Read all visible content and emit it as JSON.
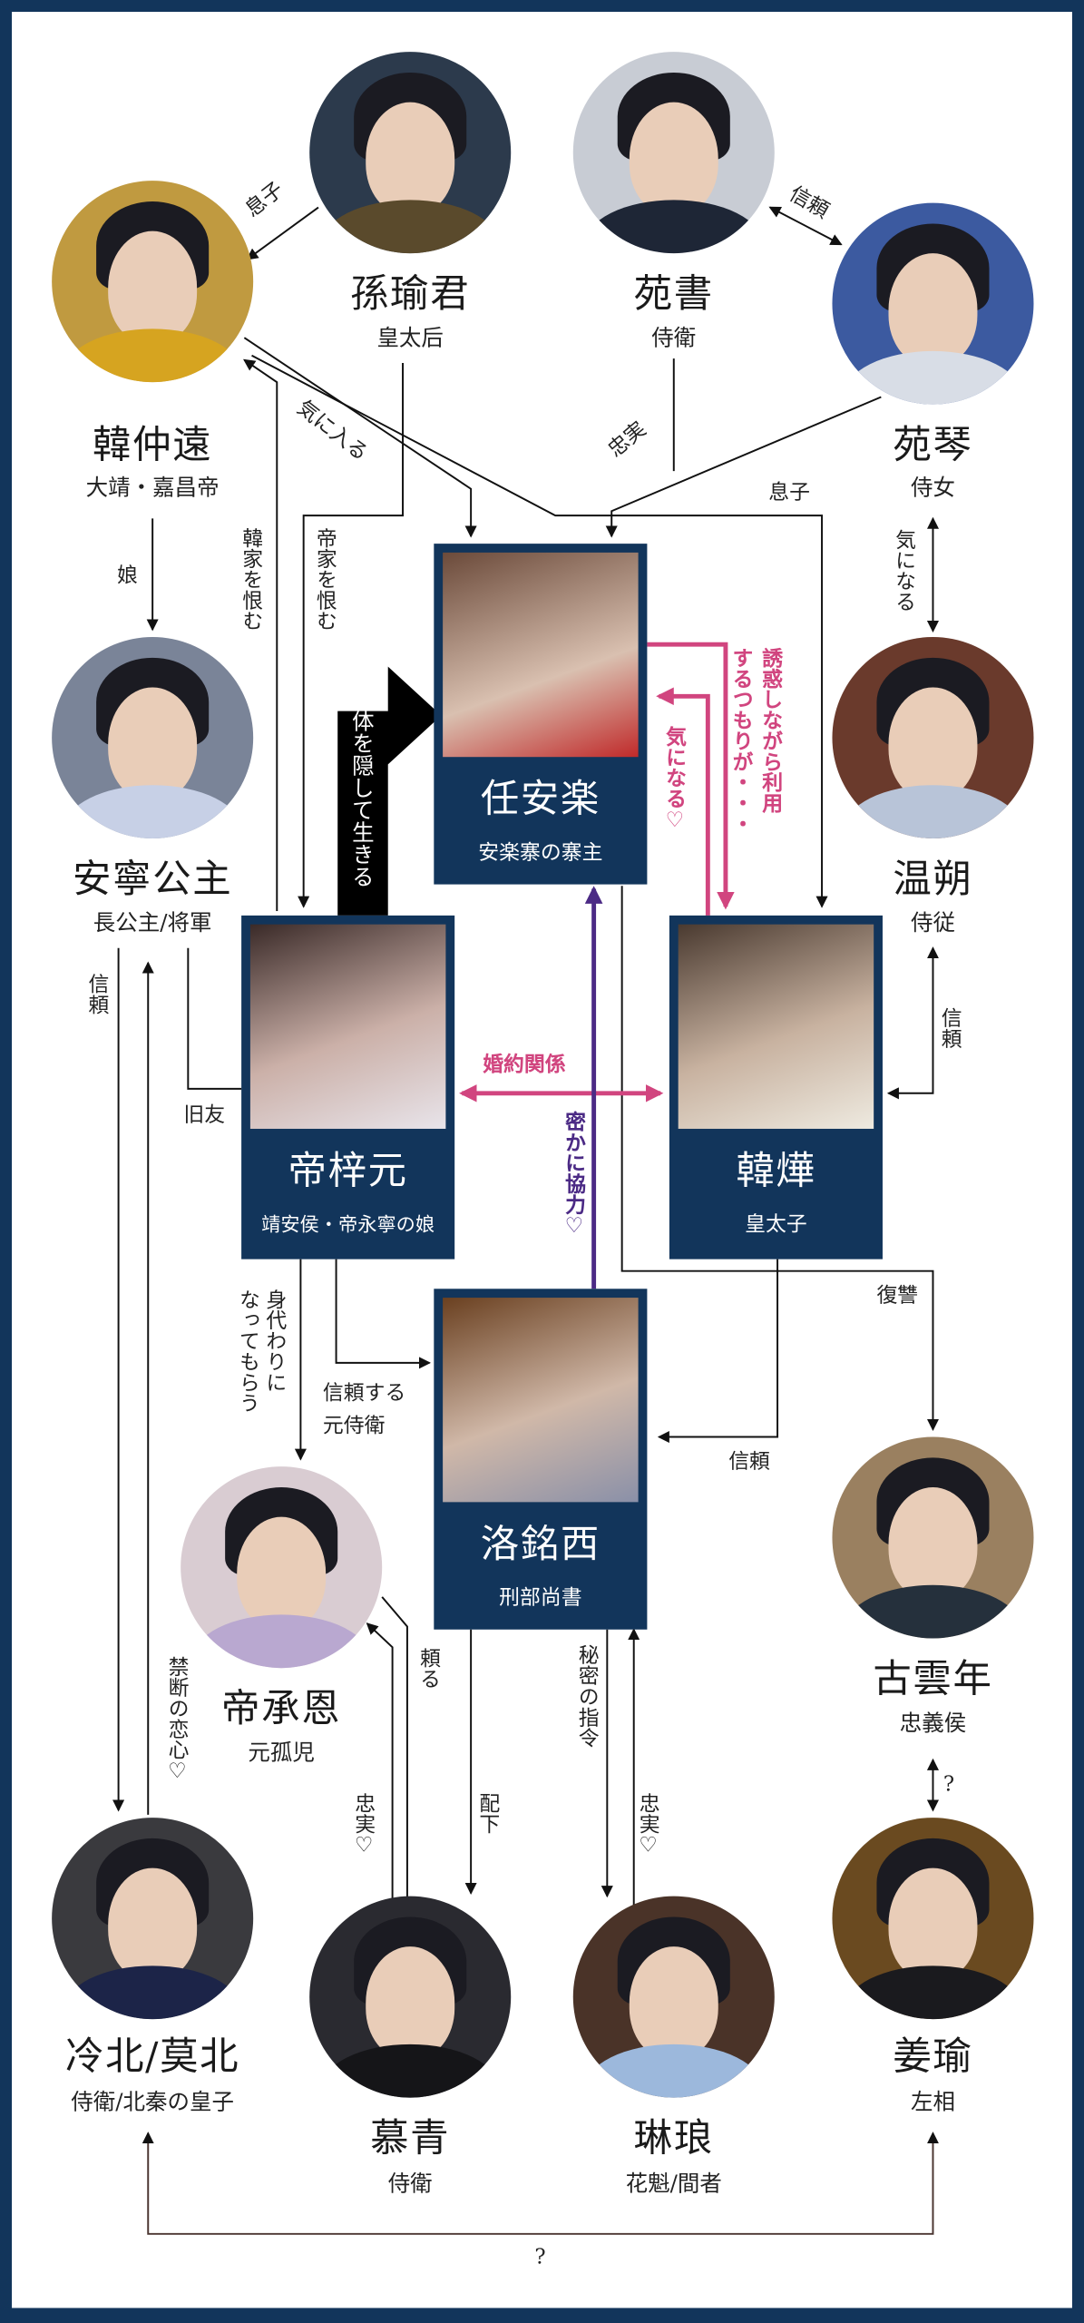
{
  "characters": {
    "sun_yujun": {
      "name": "孫瑜君",
      "role": "皇太后"
    },
    "yuan_shu": {
      "name": "苑書",
      "role": "侍衛"
    },
    "han_zhongyuan": {
      "name": "韓仲遠",
      "role": "大靖・嘉昌帝"
    },
    "yuan_qin": {
      "name": "苑琴",
      "role": "侍女"
    },
    "anning": {
      "name": "安寧公主",
      "role": "長公主/将軍"
    },
    "wen_shuo": {
      "name": "温朔",
      "role": "侍従"
    },
    "ren_anle": {
      "name": "任安楽",
      "role": "安楽寨の寨主"
    },
    "di_ziyuan": {
      "name": "帝梓元",
      "role": "靖安侯・帝永寧の娘"
    },
    "han_ye": {
      "name": "韓燁",
      "role": "皇太子"
    },
    "luo_mingxi": {
      "name": "洛銘西",
      "role": "刑部尚書"
    },
    "di_chengen": {
      "name": "帝承恩",
      "role": "元孤児"
    },
    "gu_yunnian": {
      "name": "古雲年",
      "role": "忠義侯"
    },
    "leng_bei": {
      "name": "冷北/莫北",
      "role": "侍衛/北秦の皇子"
    },
    "mu_qing": {
      "name": "慕青",
      "role": "侍衛"
    },
    "lin_lang": {
      "name": "琳琅",
      "role": "花魁/間者"
    },
    "jiang_yu": {
      "name": "姜瑜",
      "role": "左相"
    }
  },
  "relations": {
    "son1": "息子",
    "trust_yuan": "信頼",
    "favor": "気に入る",
    "son2": "息子",
    "loyal_yuanshu": "忠実",
    "hate_di": "帝家を恨む",
    "hate_han": "韓家を恨む",
    "daughter": "娘",
    "curious_wen": "気になる",
    "hidden_identity": "正体を隠して生きる",
    "seduce_1": "誘惑しながら利用",
    "seduce_2": "するつもりが・・・",
    "curious_hanye": "気になる♡",
    "engaged": "婚約関係",
    "secret_coop": "密かに協力♡",
    "trust_anning": "信頼",
    "old_friend": "旧友",
    "trust_wen": "信頼",
    "revenge": "復讐",
    "trust_hanye": "信頼",
    "substitute_1": "身代わりに",
    "substitute_2": "なってもらう",
    "former_guard_1": "信頼する",
    "former_guard_2": "元侍衛",
    "forbidden_love": "禁断の恋心♡",
    "rely": "頼る",
    "loyal_muqing": "忠実♡",
    "subordinate": "配下",
    "secret_orders": "秘密の指令",
    "loyal_linlang": "忠実♡",
    "question_gu": "?",
    "question_bottom": "?"
  },
  "colors": {
    "frame": "#12355b",
    "pink": "#d1457f",
    "purple": "#4b2a85"
  }
}
